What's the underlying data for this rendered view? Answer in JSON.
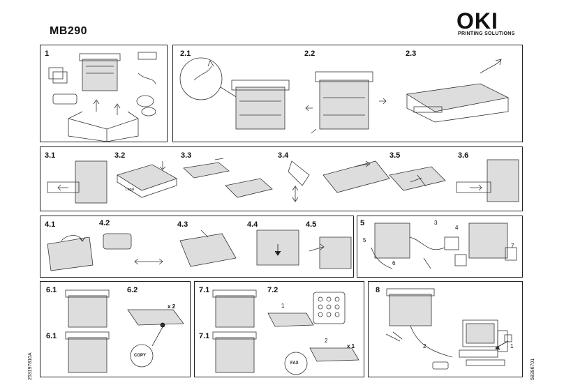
{
  "header": {
    "model": "MB290",
    "brand": "OKI",
    "brand_sub": "PRINTING SOLUTIONS"
  },
  "codes": {
    "left": "253197810A",
    "right": "58396701"
  },
  "steps": {
    "s1": "1",
    "s2_1": "2.1",
    "s2_2": "2.2",
    "s2_3": "2.3",
    "s3_1": "3.1",
    "s3_2": "3.2",
    "s3_3": "3.3",
    "s3_4": "3.4",
    "s3_5": "3.5",
    "s3_6": "3.6",
    "s4_1": "4.1",
    "s4_2": "4.2",
    "s4_3": "4.3",
    "s4_4": "4.4",
    "s4_5": "4.5",
    "s5": "5",
    "s6_1a": "6.1",
    "s6_2": "6.2",
    "s6_1b": "6.1",
    "s7_1a": "7.1",
    "s7_2": "7.2",
    "s7_1b": "7.1",
    "s8": "8"
  },
  "callouts": {
    "copy_label": "COPY",
    "fax_label": "FAX",
    "times2": "x 2",
    "times1": "x 1",
    "n1": "1",
    "n2": "2",
    "n3": "3",
    "n4": "4",
    "n5": "5",
    "n6": "6",
    "n7": "7"
  },
  "icons": [
    "printer-icon",
    "box-icon",
    "cable-icon",
    "hand-icon",
    "arrow-icon",
    "keypad-icon",
    "computer-icon",
    "phone-socket-icon"
  ]
}
